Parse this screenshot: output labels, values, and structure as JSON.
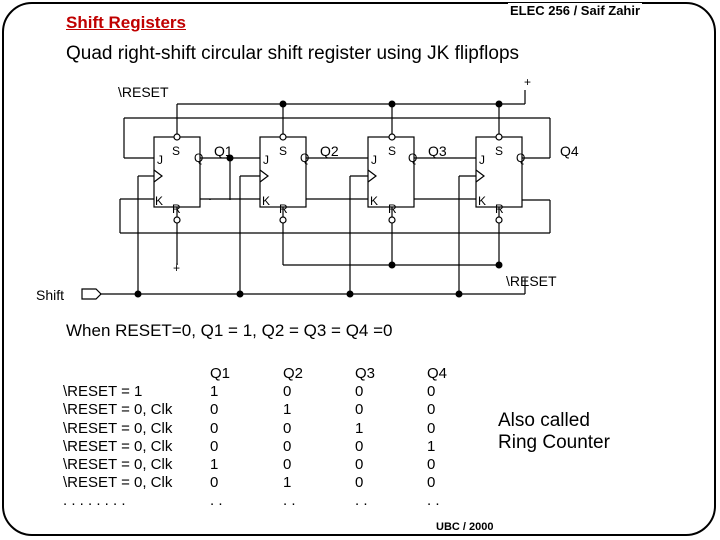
{
  "header": {
    "course": "ELEC 256 / Saif Zahir",
    "title": "Shift Registers",
    "subtitle": "Quad right-shift circular shift register using JK flipflops"
  },
  "diagram": {
    "reset_top": "\\RESET",
    "reset_bottom": "\\RESET",
    "plus_top": "+",
    "plus_bottom": "+",
    "shift_label": "Shift",
    "pin_labels": {
      "j": "J",
      "k": "K",
      "s": "S",
      "r": "R",
      "q": "Q"
    },
    "outputs": [
      "Q1",
      "Q2",
      "Q3",
      "Q4"
    ]
  },
  "note": "When RESET=0,  Q1 = 1, Q2 = Q3 = Q4 =0",
  "table": {
    "headers": [
      "Q1",
      "Q2",
      "Q3",
      "Q4"
    ],
    "row_labels": [
      "\\RESET = 1",
      "\\RESET = 0, Clk",
      "\\RESET = 0, Clk",
      "\\RESET = 0, Clk",
      "\\RESET = 0, Clk",
      "\\RESET = 0, Clk",
      ". . . . . . . ."
    ],
    "q1": [
      "1",
      "0",
      "0",
      "0",
      "1",
      "0",
      ". ."
    ],
    "q2": [
      "0",
      "1",
      "0",
      "0",
      "0",
      "1",
      ". ."
    ],
    "q3": [
      "0",
      "0",
      "1",
      "0",
      "0",
      "0",
      ". ."
    ],
    "q4": [
      "0",
      "0",
      "0",
      "1",
      "0",
      "0",
      ". ."
    ]
  },
  "side_note": [
    "Also called",
    "Ring Counter"
  ],
  "footer": "UBC / 2000"
}
